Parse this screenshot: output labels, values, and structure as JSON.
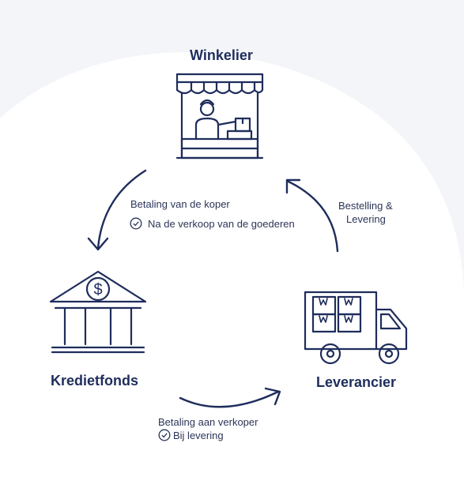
{
  "nodes": {
    "retailer": "Winkelier",
    "fund": "Kredietfonds",
    "supplier": "Leverancier"
  },
  "flows": {
    "fund_to_retailer": {
      "label": "Betaling van de koper",
      "condition": "Na de verkoop van de goederen"
    },
    "supplier_to_retailer": {
      "line1": "Bestelling &",
      "line2": "Levering"
    },
    "fund_to_supplier": {
      "label": "Betaling aan verkoper",
      "condition": "Bij levering"
    }
  },
  "colors": {
    "ink": "#1f2d5c",
    "background": "#f3f5f9",
    "blob": "#ffffff"
  },
  "icons": {
    "retailer": "shop-icon",
    "fund": "bank-icon",
    "supplier": "delivery-truck-icon",
    "condition": "check-circle-icon"
  }
}
